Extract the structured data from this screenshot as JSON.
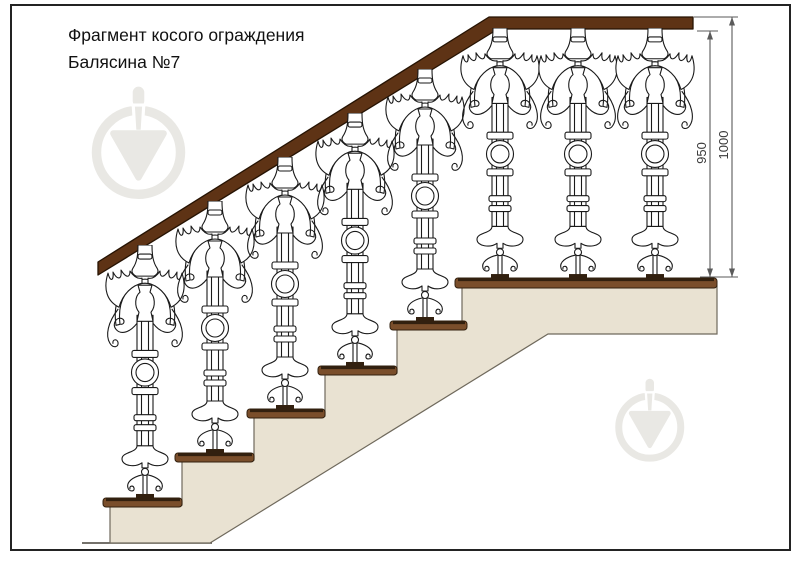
{
  "title": {
    "line1": "Фрагмент косого ограждения",
    "line2": "Балясина №7"
  },
  "dimensions": {
    "overall_height": "1000",
    "rail_underside_height": "950"
  },
  "diagram": {
    "balusters_count": 8,
    "steps_count": 5,
    "has_landing": true
  },
  "colors": {
    "stair_fill": "#e9e2d2",
    "stair_line": "#6f695c",
    "tread_fill": "#7a4e2b",
    "tread_dark": "#32200f",
    "rail_fill": "#5e3315",
    "rail_dark": "#261303",
    "iron": "#1a1a1a",
    "watermark": "#e9e8e4",
    "dim": "#5a5a5a",
    "text": "#111111"
  }
}
